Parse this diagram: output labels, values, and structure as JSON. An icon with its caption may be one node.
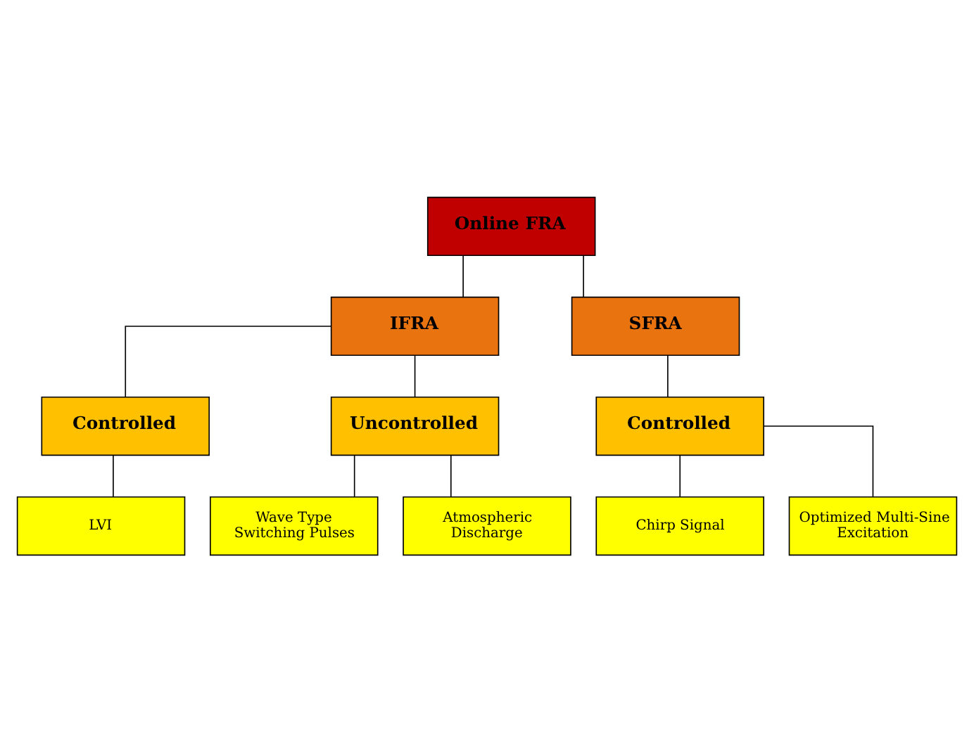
{
  "diagram": {
    "nodes": [
      {
        "text": [
          "Online FRA"
        ]
      },
      {
        "text": [
          "IFRA"
        ]
      },
      {
        "text": [
          "SFRA"
        ]
      },
      {
        "text": [
          "Controlled"
        ]
      },
      {
        "text": [
          "Uncontrolled"
        ]
      },
      {
        "text": [
          "Controlled"
        ]
      },
      {
        "text": [
          "LVI"
        ]
      },
      {
        "text": [
          "Wave Type Switching Pulses"
        ]
      },
      {
        "text": [
          "Atmospheric Discharge"
        ]
      },
      {
        "text": [
          "Chirp Signal"
        ]
      },
      {
        "text": [
          "Optimized Multi-Sine Excitation"
        ]
      }
    ],
    "edges": [
      {
        "from": 0,
        "to": 1,
        "arrow": "none"
      },
      {
        "from": 0,
        "to": 2,
        "arrow": "none"
      },
      {
        "from": 1,
        "to": 3,
        "arrow": "none"
      },
      {
        "from": 1,
        "to": 4,
        "arrow": "none"
      },
      {
        "from": 2,
        "to": 5,
        "arrow": "none"
      },
      {
        "from": 3,
        "to": 6,
        "arrow": "none"
      },
      {
        "from": 4,
        "to": 7,
        "arrow": "none"
      },
      {
        "from": 4,
        "to": 8,
        "arrow": "none"
      },
      {
        "from": 5,
        "to": 9,
        "arrow": "none"
      },
      {
        "from": 5,
        "to": 10,
        "arrow": "none"
      }
    ]
  }
}
